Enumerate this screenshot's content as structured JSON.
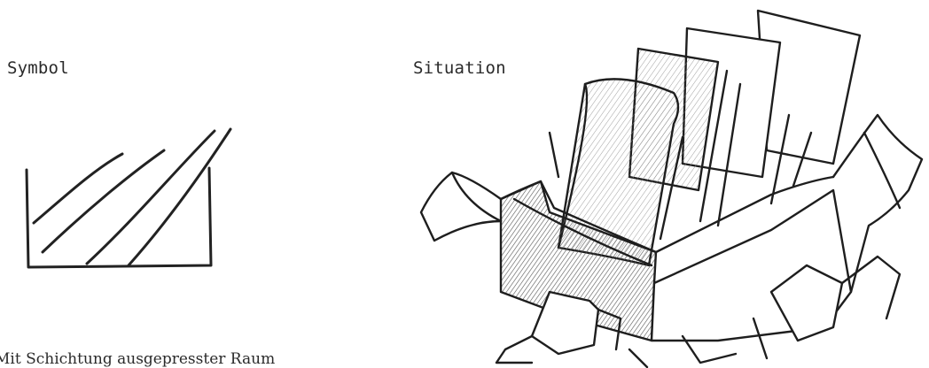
{
  "labels": {
    "symbol": "Symbol",
    "situation": "Situation"
  },
  "caption": "Mit Schichtung ausgepresster Raum",
  "colors": {
    "ink": "#222222",
    "shade": "#6a6a6a",
    "paper": "#ffffff"
  }
}
